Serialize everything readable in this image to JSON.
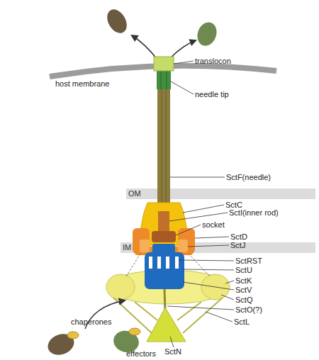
{
  "diagram": {
    "nodes": [
      {
        "text": [
          "OM"
        ]
      },
      {
        "text": [
          "IM"
        ]
      }
    ],
    "labels": [
      "host membrane",
      "translocon",
      "needle tip",
      "SctF(needle)",
      "SctC",
      "SctI(inner rod)",
      "socket",
      "SctD",
      "SctJ",
      "SctRST",
      "SctU",
      "SctK",
      "SctV",
      "SctQ",
      "SctO(?)",
      "SctL",
      "SctN",
      "chaperones",
      "effectors"
    ]
  }
}
